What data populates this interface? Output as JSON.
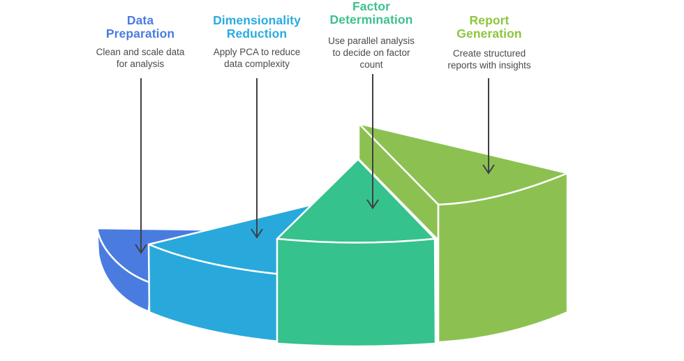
{
  "steps": [
    {
      "title": "Data\nPreparation",
      "description": "Clean and scale data\nfor analysis",
      "accent": "#4A7CE1"
    },
    {
      "title": "Dimensionality\nReduction",
      "description": "Apply PCA to reduce\ndata complexity",
      "accent": "#29ABE2"
    },
    {
      "title": "Factor\nDetermination",
      "description": "Use parallel analysis\nto decide on factor\ncount",
      "accent": "#3CC18E"
    },
    {
      "title": "Report\nGeneration",
      "description": "Create structured\nreports with insights",
      "accent": "#8CC63F"
    }
  ],
  "chart": {
    "type": "3d-pie-steps",
    "wedges": [
      {
        "label": "Data Preparation",
        "color": "#4A7CE0",
        "height_order": 1
      },
      {
        "label": "Dimensionality Reduction",
        "color": "#29A9DB",
        "height_order": 2
      },
      {
        "label": "Factor Determination",
        "color": "#35C28C",
        "height_order": 3
      },
      {
        "label": "Report Generation",
        "color": "#8CC152",
        "height_order": 4
      }
    ],
    "edge_stroke": "#FFFFFF",
    "arrow_color": "#3F3F46",
    "text_color": "#4A4A4A",
    "background": "#FFFFFF"
  }
}
